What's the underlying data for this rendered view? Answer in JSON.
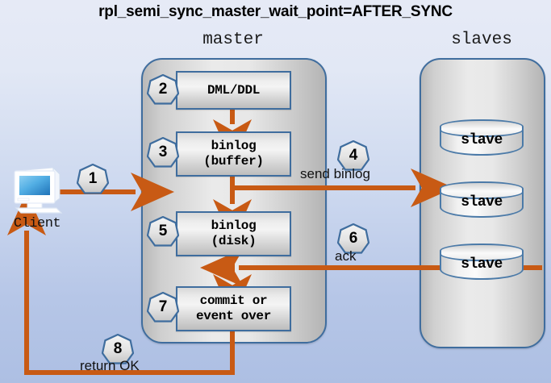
{
  "title": "rpl_semi_sync_master_wait_point=AFTER_SYNC",
  "columns": {
    "master_heading": "master",
    "slaves_heading": "slaves"
  },
  "client": {
    "label": "Client",
    "icon": "desktop-computer-icon"
  },
  "master": {
    "boxes": [
      {
        "id": "dml",
        "label": "DML/DDL",
        "step": "2"
      },
      {
        "id": "binlog_buffer",
        "line1": "binlog",
        "line2": "(buffer)",
        "step": "3"
      },
      {
        "id": "binlog_disk",
        "line1": "binlog",
        "line2": "(disk)",
        "step": "5"
      },
      {
        "id": "commit",
        "line1": "commit or",
        "line2": "event over",
        "step": "7"
      }
    ]
  },
  "slaves": {
    "nodes": [
      {
        "label": "slave"
      },
      {
        "label": "slave"
      },
      {
        "label": "slave"
      }
    ]
  },
  "steps": {
    "s1": "1",
    "s2": "2",
    "s3": "3",
    "s4": "4",
    "s5": "5",
    "s6": "6",
    "s7": "7",
    "s8": "8"
  },
  "edges": {
    "client_to_master": {
      "step": "1",
      "label": ""
    },
    "send_binlog": {
      "step": "4",
      "label": "send binlog"
    },
    "ack": {
      "step": "6",
      "label": "ack"
    },
    "return_ok": {
      "step": "8",
      "label": "return OK"
    }
  },
  "colors": {
    "arrow": "#c85a14",
    "box_border": "#3f6d9e",
    "badge_border": "#3f6d9e",
    "background_top": "#e6eaf6",
    "background_bottom": "#adbfe3",
    "screen_blue": "#3f9ee0"
  }
}
